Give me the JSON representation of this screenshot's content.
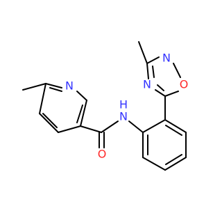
{
  "molecule": {
    "atom_labels": {
      "pyridine_n": "N",
      "amide_n": "N",
      "amide_h": "H",
      "carbonyl_o": "O",
      "oxadiazole_n_top": "N",
      "oxadiazole_o": "O",
      "oxadiazole_n_left": "N"
    }
  },
  "colors": {
    "nitrogen": "#3333ff",
    "oxygen": "#ff2a2a",
    "carbon_bond": "#000000"
  }
}
